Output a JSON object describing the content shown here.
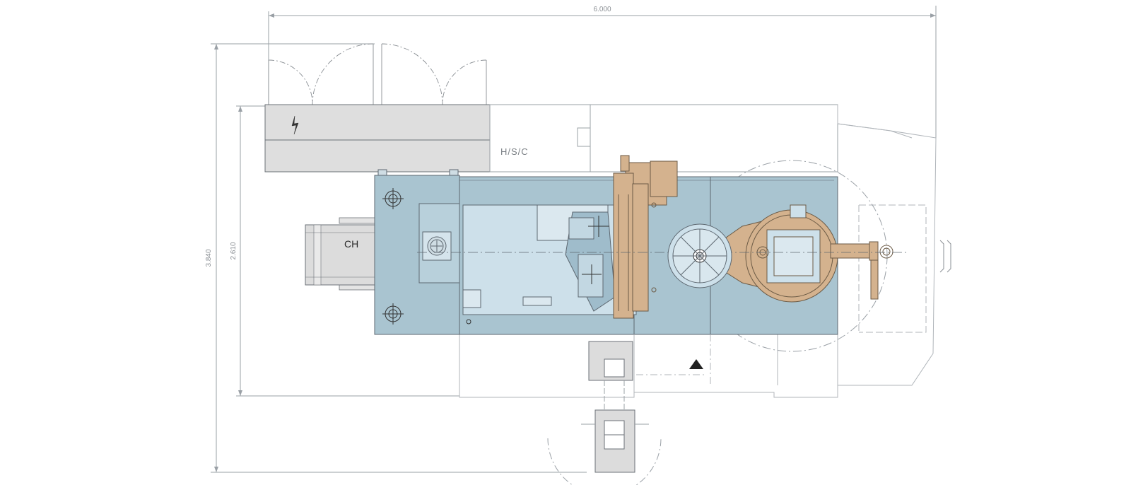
{
  "dimensions": {
    "overall_length": "6.000",
    "overall_width": "3.840",
    "machine_width": "2.610"
  },
  "labels": {
    "chip_conveyor": "CH",
    "hsc_unit": "H/S/C"
  },
  "colors": {
    "machine_body": "#a9c4d0",
    "machine_inner": "#cde0ea",
    "robot_arm": "#d4b28e",
    "cabinet": "#dedede",
    "outline": "#6b7177",
    "dim_line": "#9aa0a6"
  },
  "icons": {
    "electrical": "lightning-bolt-icon",
    "operator_position": "triangle-marker-icon"
  }
}
